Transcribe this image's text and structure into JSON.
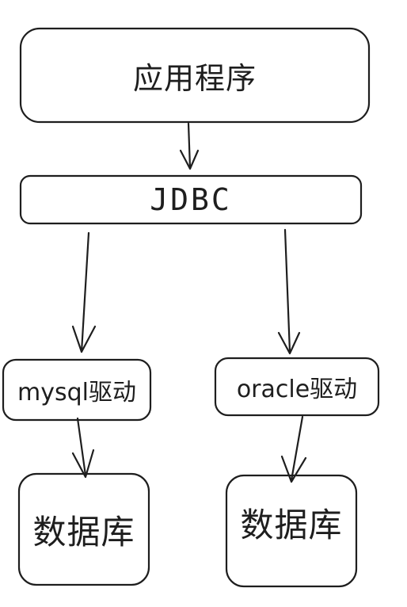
{
  "diagram": {
    "nodes": {
      "app": "应用程序",
      "jdbc": "JDBC",
      "mysql_driver": "mysql驱动",
      "oracle_driver": "oracle驱动",
      "db_left": "数据库",
      "db_right": "数据库"
    },
    "edges": [
      {
        "from": "app",
        "to": "jdbc"
      },
      {
        "from": "jdbc",
        "to": "mysql_driver"
      },
      {
        "from": "jdbc",
        "to": "oracle_driver"
      },
      {
        "from": "mysql_driver",
        "to": "db_left"
      },
      {
        "from": "oracle_driver",
        "to": "db_right"
      }
    ],
    "colors": {
      "stroke": "#1e1e1e",
      "background": "#ffffff"
    }
  }
}
